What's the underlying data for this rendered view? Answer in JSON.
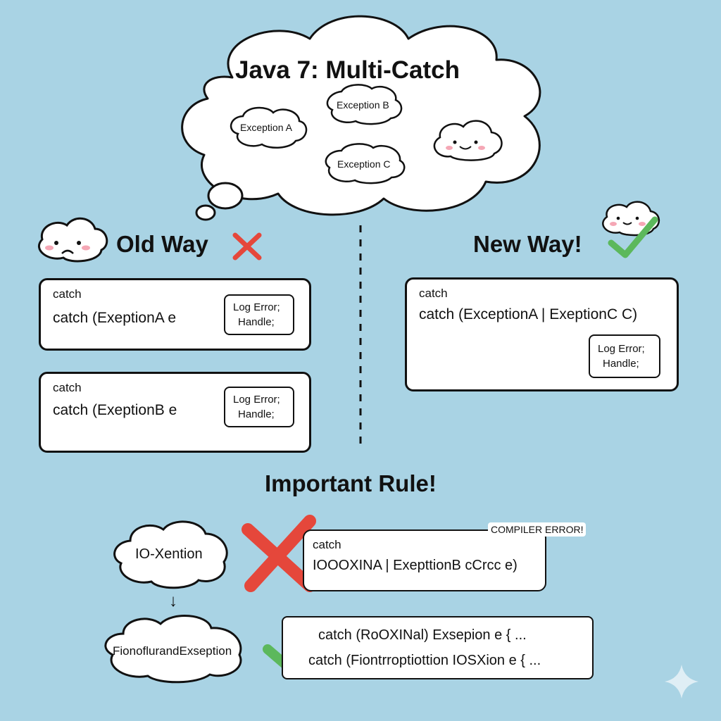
{
  "title": "Java 7: Multi-Catch",
  "exceptions": {
    "a": "Exception A",
    "b": "Exception B",
    "c": "Exception C"
  },
  "old_way": {
    "heading": "Old Way",
    "blocks": [
      {
        "keyword": "catch",
        "code": "catch (ExeptionA e",
        "bubble_line1": "Log Error;",
        "bubble_line2": "Handle;"
      },
      {
        "keyword": "catch",
        "code": "catch (ExeptionB e",
        "bubble_line1": "Log Error;",
        "bubble_line2": "Handle;"
      }
    ]
  },
  "new_way": {
    "heading": "New Way!",
    "block": {
      "keyword": "catch",
      "code": "catch (ExceptionA | ExeptionC C)",
      "bubble_line1": "Log Error;",
      "bubble_line2": "Handle;"
    }
  },
  "rule": {
    "heading": "Important Rule!",
    "parent_exception": "IO-Xention",
    "arrow": "↓",
    "child_exception": "FionoflurandExseption",
    "wrong": {
      "badge": "COMPILER ERROR!",
      "keyword": "catch",
      "code": "IOOOXINA | ExepttionB cCrcc e)"
    },
    "right": {
      "line1": "catch (RoOXINal) Exsepion e { ...",
      "line2": "catch (Fiontrroptiottion IOSXion e { ..."
    }
  },
  "colors": {
    "background": "#a9d3e4",
    "cross": "#e5473b",
    "check": "#5cb85c",
    "tool": "#3a8fd6"
  }
}
